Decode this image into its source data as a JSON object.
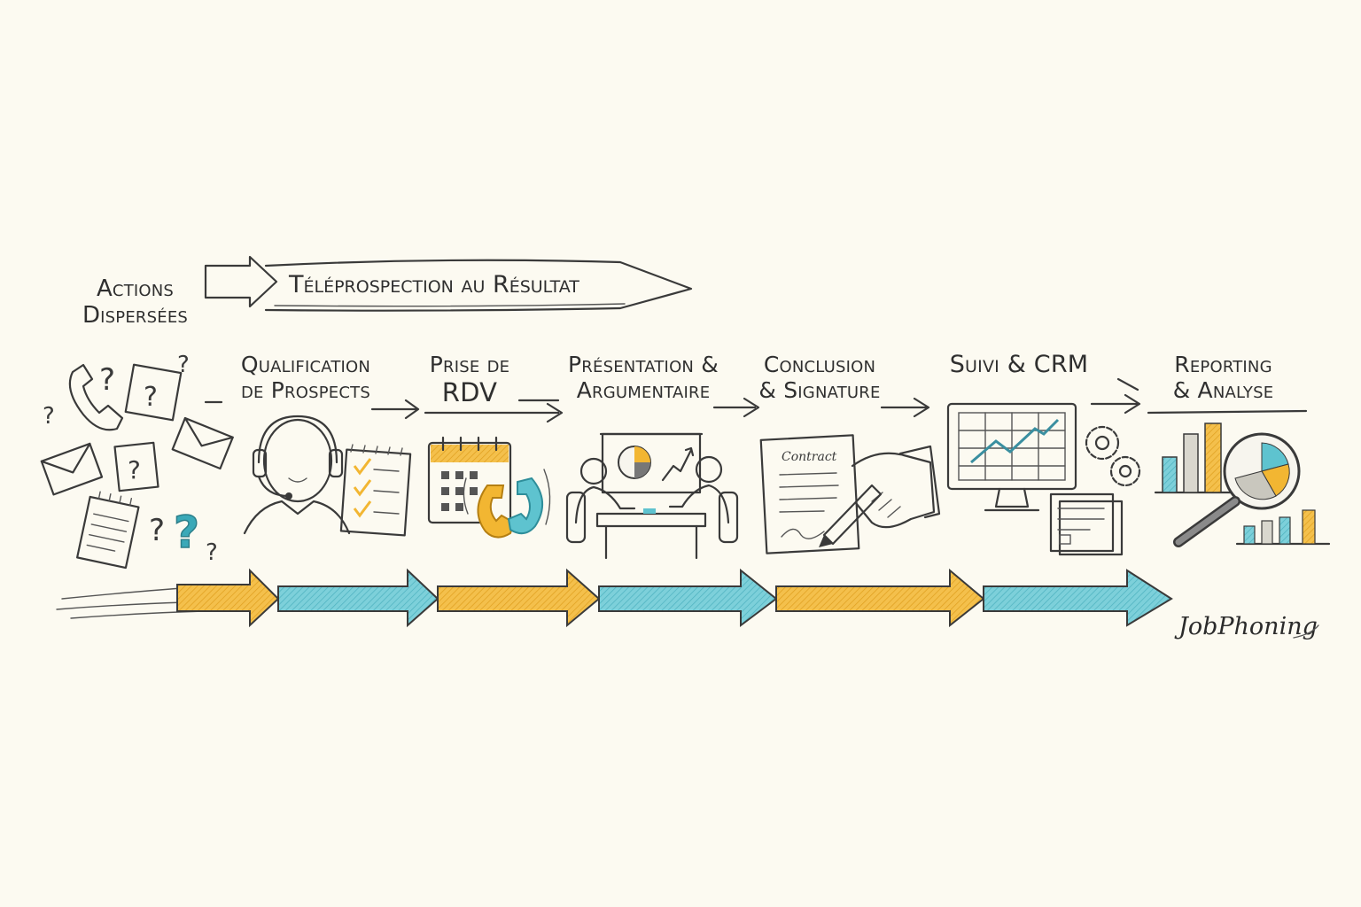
{
  "header": {
    "start_label_line1": "Actions",
    "start_label_line2": "Dispersées",
    "title": "Téléprospection au Résultat"
  },
  "steps": [
    {
      "line1": "Qualification",
      "line2": "de Prospects"
    },
    {
      "line1": "Prise de",
      "line2": "RDV"
    },
    {
      "line1": "Présentation &",
      "line2": "Argumentaire"
    },
    {
      "line1": "Conclusion",
      "line2": "& Signature"
    },
    {
      "line1": "Suivi & CRM",
      "line2": ""
    },
    {
      "line1": "Reporting",
      "line2": "& Analyse"
    }
  ],
  "contract_label": "Contract",
  "brand": "JobPhoning",
  "colors": {
    "background": "#fcfaf1",
    "ink": "#3a3a3a",
    "yellow": "#f2b632",
    "teal": "#5ec3cf"
  },
  "icons": [
    "phone-icon",
    "question-mark-icon",
    "envelope-icon",
    "notepad-icon",
    "headset-agent-icon",
    "checklist-icon",
    "calendar-icon",
    "phone-handset-icon",
    "meeting-presentation-icon",
    "contract-document-icon",
    "handshake-icon",
    "pen-icon",
    "monitor-chart-icon",
    "gears-icon",
    "documents-icon",
    "bar-chart-icon",
    "magnifier-pie-icon"
  ]
}
